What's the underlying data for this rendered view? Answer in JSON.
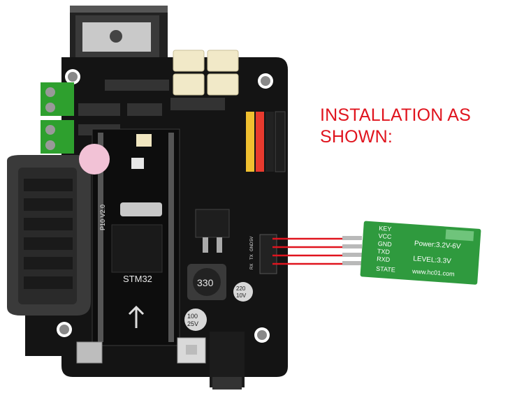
{
  "caption": {
    "line1": "INSTALLATION AS",
    "line2": "SHOWN:"
  },
  "board": {
    "mcu_label": "STM32",
    "board_version": "P10 V2.0",
    "inductor_value": "330",
    "cap_large_value": "100",
    "cap_large_voltage": "25V",
    "cap_small_value": "220",
    "cap_small_voltage": "10V",
    "header_pins": [
      "RX",
      "TX",
      "GND",
      "5V"
    ]
  },
  "module": {
    "pins": [
      "KEY",
      "VCC",
      "GND",
      "TXD",
      "RXD",
      "STATE"
    ],
    "power_text": "Power:3.2V-6V",
    "level_text": "LEVEL:3.3V",
    "url_text": "www.hc01.com"
  },
  "colors": {
    "pcb": "#141414",
    "module_pcb": "#2f9a3e",
    "wire": "#e0141e",
    "terminal_green": "#2ea02e",
    "caption": "#e0141e"
  }
}
